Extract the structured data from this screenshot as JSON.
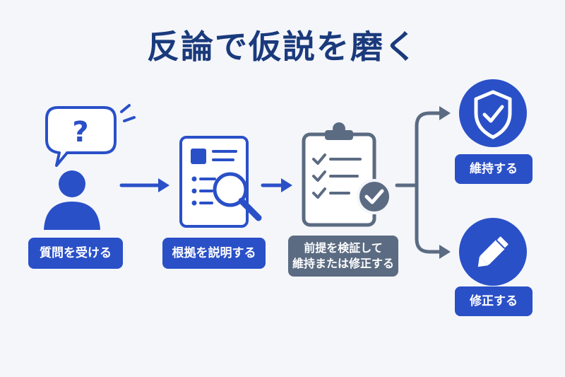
{
  "title": "反論で仮説を磨く",
  "steps": [
    {
      "label": "質問を受ける"
    },
    {
      "label": "根拠を説明する"
    },
    {
      "label_lines": [
        "前提を検証して",
        "維持または修正する"
      ]
    }
  ],
  "outcomes": [
    {
      "label": "維持する"
    },
    {
      "label": "修正する"
    }
  ],
  "colors": {
    "title": "#1a3a7c",
    "blue": "#2a50c8",
    "gray": "#5b6b82",
    "background": "#f4f6fa"
  }
}
